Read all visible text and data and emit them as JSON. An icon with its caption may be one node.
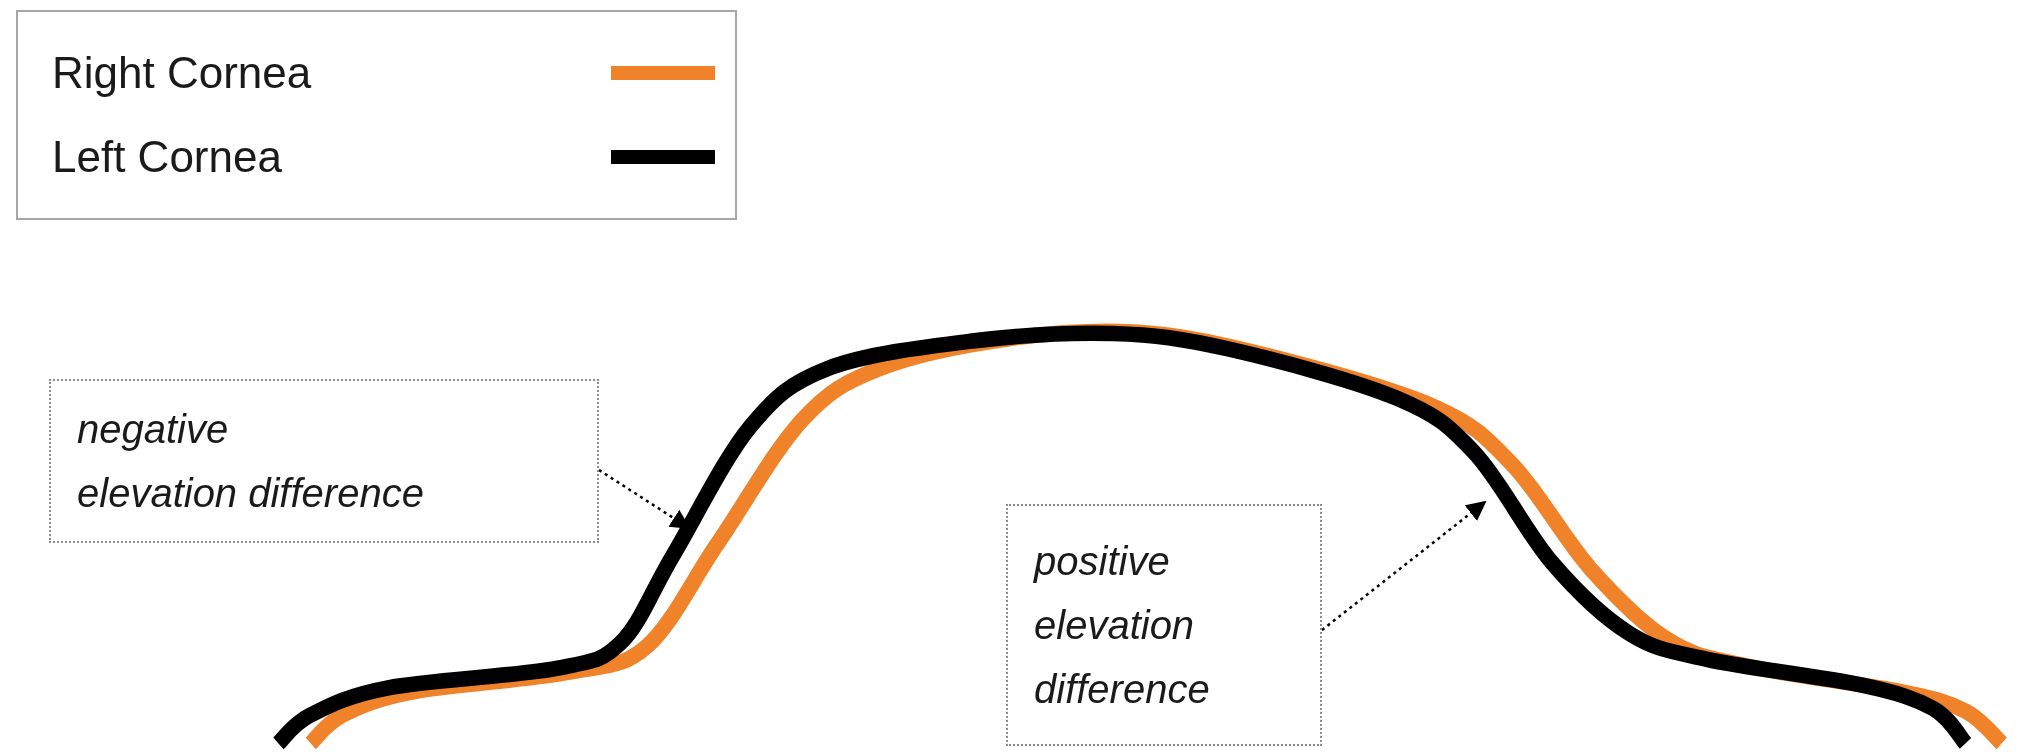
{
  "diagram": {
    "nodes": [
      {
        "text": [
          "negative elevation difference"
        ]
      },
      {
        "text": [
          "positive elevation difference"
        ]
      }
    ],
    "edges": [
      {
        "from": 0,
        "to": null,
        "arrow": "to"
      },
      {
        "from": 1,
        "to": null,
        "arrow": "to"
      }
    ],
    "legend": [
      {
        "text": "Right Cornea",
        "color": "#f0832a"
      },
      {
        "text": "Left Cornea",
        "color": "#000000"
      }
    ]
  }
}
